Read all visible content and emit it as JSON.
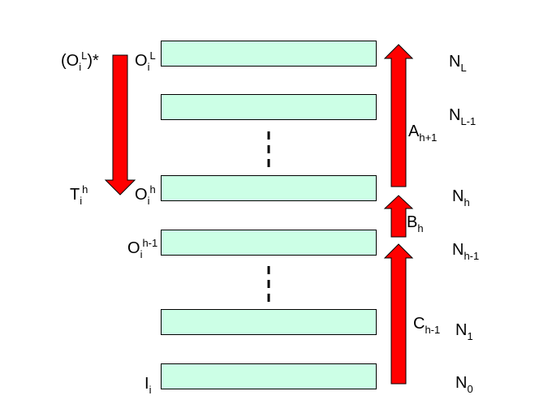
{
  "colors": {
    "layer_fill": "#ccffe6",
    "arrow_fill": "#ff0000",
    "arrow_stroke": "#000000"
  },
  "left_labels": {
    "target_star": {
      "base": "(O",
      "sub": "i",
      "sup": "L",
      "tail": ")*"
    },
    "target": {
      "base": "T",
      "sub": "i",
      "sup": "h"
    }
  },
  "layer_labels": {
    "o_top": {
      "base": "O",
      "sub": "i",
      "sup": "L"
    },
    "o_h": {
      "base": "O",
      "sub": "i",
      "sup": "h"
    },
    "o_hm1": {
      "base": "O",
      "sub": "i",
      "sup": "h-1"
    },
    "input": {
      "base": "I",
      "sub": "i"
    }
  },
  "arrow_labels": {
    "a": {
      "base": "A",
      "sub": "h+1"
    },
    "b": {
      "base": "B",
      "sub": "h"
    },
    "c": {
      "base": "C",
      "sub": "h-1"
    }
  },
  "n_labels": {
    "nl": {
      "base": "N",
      "sub": "L"
    },
    "nlm1": {
      "base": "N",
      "sub": "L-1"
    },
    "nh": {
      "base": "N",
      "sub": "h"
    },
    "nhm1": {
      "base": "N",
      "sub": "h-1"
    },
    "n1": {
      "base": "N",
      "sub": "1"
    },
    "n0": {
      "base": "N",
      "sub": "0"
    }
  }
}
